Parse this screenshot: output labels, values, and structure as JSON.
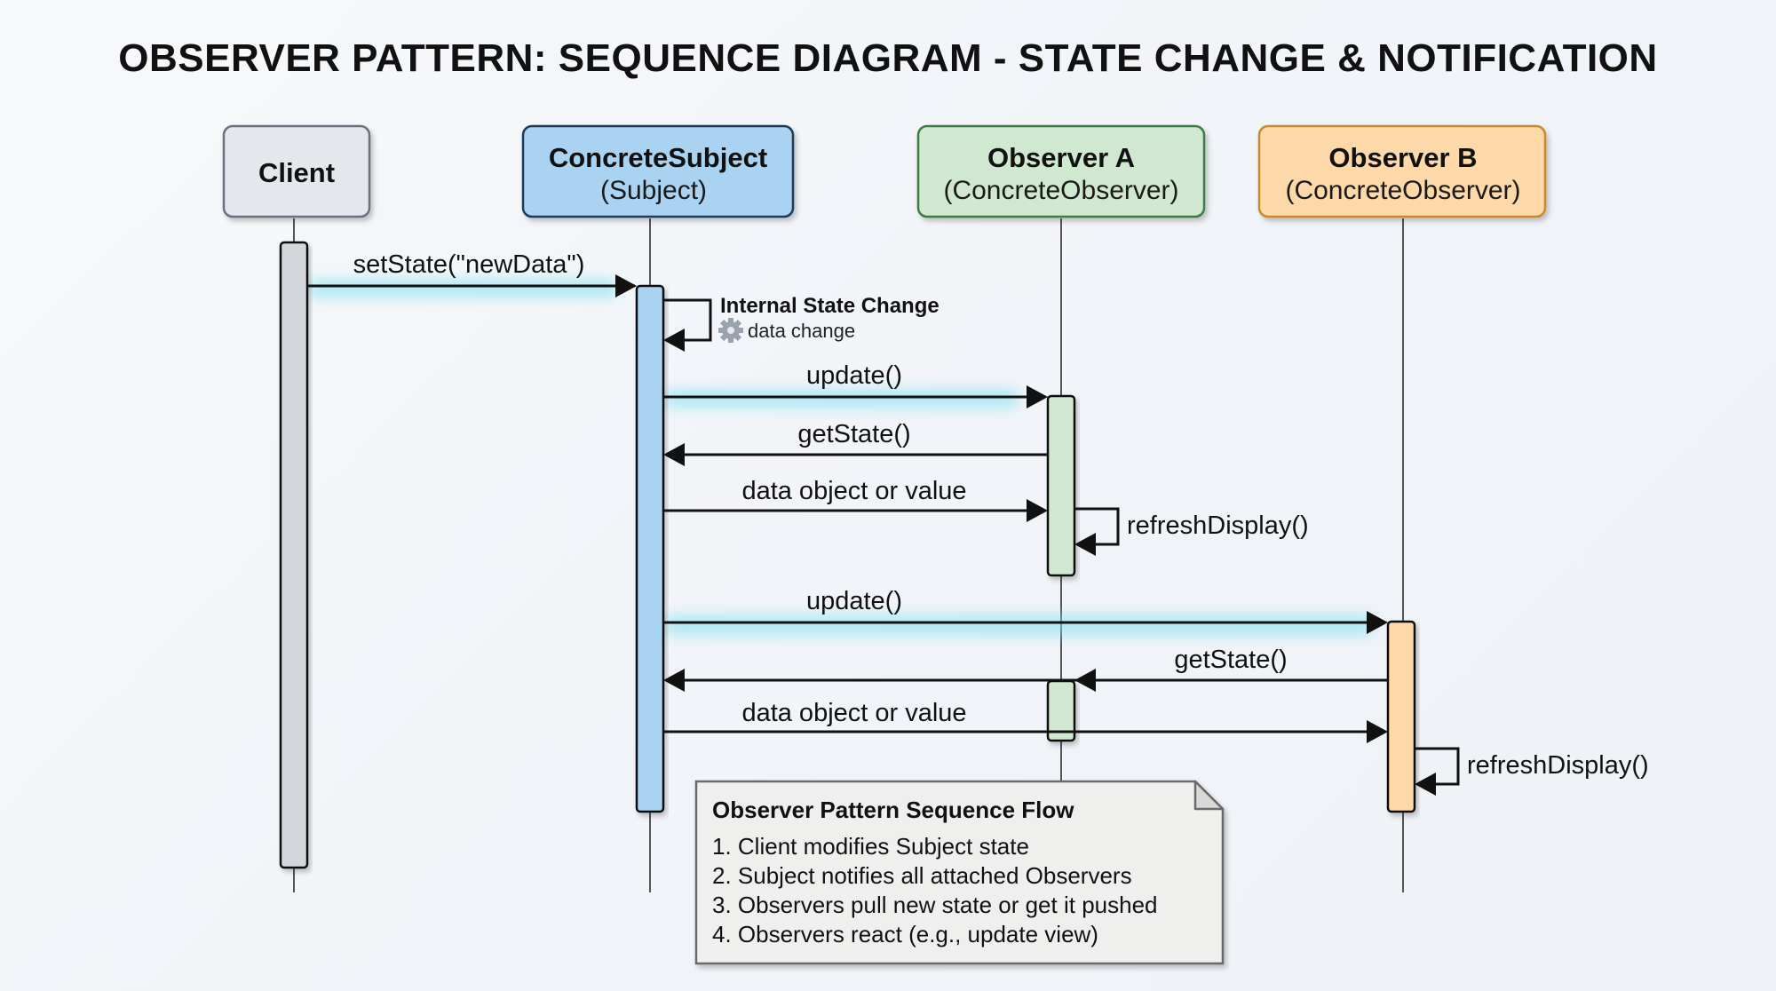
{
  "title": {
    "bold": "OBSERVER PATTERN:",
    "rest": " SEQUENCE DIAGRAM - STATE CHANGE & NOTIFICATION"
  },
  "colors": {
    "client_fill": "#e4e7ec",
    "client_border": "#6b7280",
    "subject_fill": "#a9d3f0",
    "subject_border": "#1f3a5a",
    "observer_a_fill": "#cfe8cf",
    "observer_a_border": "#3f7a45",
    "observer_b_fill": "#fdd8a8",
    "observer_b_border": "#c98a2e",
    "highlight_glow": "#7fe0f2",
    "note_fill": "#efefee",
    "note_border": "#6b6b6b"
  },
  "participants": [
    {
      "id": "client",
      "name": "Client",
      "subtitle": ""
    },
    {
      "id": "subject",
      "name": "ConcreteSubject",
      "subtitle": "(Subject)"
    },
    {
      "id": "observer_a",
      "name": "Observer A",
      "subtitle": "(ConcreteObserver)"
    },
    {
      "id": "observer_b",
      "name": "Observer B",
      "subtitle": "(ConcreteObserver)"
    }
  ],
  "messages": [
    {
      "from": "client",
      "to": "subject",
      "label": "setState(\"newData\")",
      "highlight": true
    },
    {
      "from": "subject",
      "to": "subject",
      "label": "Internal State Change",
      "note": "data change",
      "icon": "gear-icon",
      "self": true
    },
    {
      "from": "subject",
      "to": "observer_a",
      "label": "update()",
      "highlight": true
    },
    {
      "from": "observer_a",
      "to": "subject",
      "label": "getState()"
    },
    {
      "from": "subject",
      "to": "observer_a",
      "label": "data object or value"
    },
    {
      "from": "observer_a",
      "to": "observer_a",
      "label": "refreshDisplay()",
      "self": true
    },
    {
      "from": "subject",
      "to": "observer_b",
      "label": "update()",
      "highlight": true
    },
    {
      "from": "observer_b",
      "to": "subject",
      "label": "getState()"
    },
    {
      "from": "subject",
      "to": "observer_b",
      "label": "data object or value"
    },
    {
      "from": "observer_b",
      "to": "observer_b",
      "label": "refreshDisplay()",
      "self": true
    }
  ],
  "note": {
    "title": "Observer Pattern Sequence Flow",
    "items": [
      "1. Client modifies Subject state",
      "2. Subject notifies all attached Observers",
      "3. Observers pull new state or get it pushed",
      "4. Observers react (e.g., update view)"
    ]
  }
}
